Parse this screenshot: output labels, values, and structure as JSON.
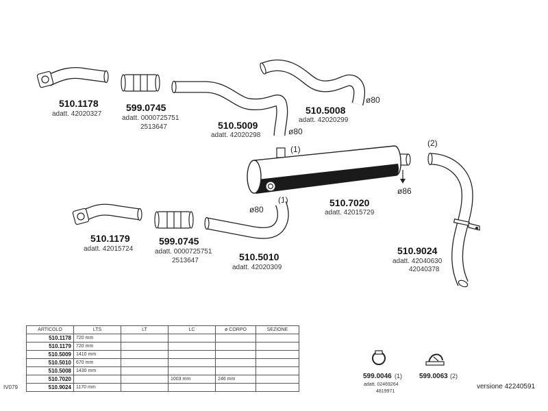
{
  "parts": [
    {
      "id": "p1",
      "code": "510.1178",
      "adatt": "adatt. 42020327"
    },
    {
      "id": "p2",
      "code": "599.0745",
      "adatt": "adatt. 0000725751",
      "adatt2": "2513647"
    },
    {
      "id": "p3",
      "code": "510.5009",
      "adatt": "adatt. 42020298",
      "note": "ø80"
    },
    {
      "id": "p4",
      "code": "510.5008",
      "adatt": "adatt. 42020299",
      "note": "ø80"
    },
    {
      "id": "p5",
      "code": "510.7020",
      "adatt": "adatt. 42015729",
      "note": "ø86",
      "ref": "(1)",
      "note2": "ø80",
      "ref2": "(1)"
    },
    {
      "id": "p6",
      "code": "510.9024",
      "adatt": "adatt. 42040630",
      "adatt2": "42040378",
      "ref": "(2)"
    },
    {
      "id": "p7",
      "code": "510.1179",
      "adatt": "adatt. 42015724"
    },
    {
      "id": "p8",
      "code": "599.0745",
      "adatt": "adatt. 0000725751",
      "adatt2": "2513647"
    },
    {
      "id": "p9",
      "code": "510.5010",
      "adatt": "adatt. 42020309"
    }
  ],
  "accessories": [
    {
      "code": "599.0046",
      "ref": "(1)",
      "adatt": "adatt. 02469264",
      "adatt2": "4819971"
    },
    {
      "code": "599.0063",
      "ref": "(2)"
    }
  ],
  "table": {
    "headers": [
      "ARTICOLO",
      "LTS",
      "LT",
      "LC",
      "ø CORPO",
      "SEZIONE"
    ],
    "rows": [
      {
        "code": "510.1178",
        "lts": "720 mm",
        "lt": "",
        "lc": "",
        "corpo": "",
        "sez": ""
      },
      {
        "code": "510.1179",
        "lts": "720 mm",
        "lt": "",
        "lc": "",
        "corpo": "",
        "sez": ""
      },
      {
        "code": "510.5009",
        "lts": "1410 mm",
        "lt": "",
        "lc": "",
        "corpo": "",
        "sez": ""
      },
      {
        "code": "510.5010",
        "lts": "670 mm",
        "lt": "",
        "lc": "",
        "corpo": "",
        "sez": ""
      },
      {
        "code": "510.5008",
        "lts": "1430 mm",
        "lt": "",
        "lc": "",
        "corpo": "",
        "sez": ""
      },
      {
        "code": "510.7020",
        "lts": "",
        "lt": "",
        "lc": "1003 mm",
        "corpo": "246 mm",
        "sez": ""
      },
      {
        "code": "510.9024",
        "lts": "1170 mm",
        "lt": "",
        "lc": "",
        "corpo": "",
        "sez": ""
      }
    ],
    "side_label": "IV079"
  },
  "version": "versione 42240591"
}
